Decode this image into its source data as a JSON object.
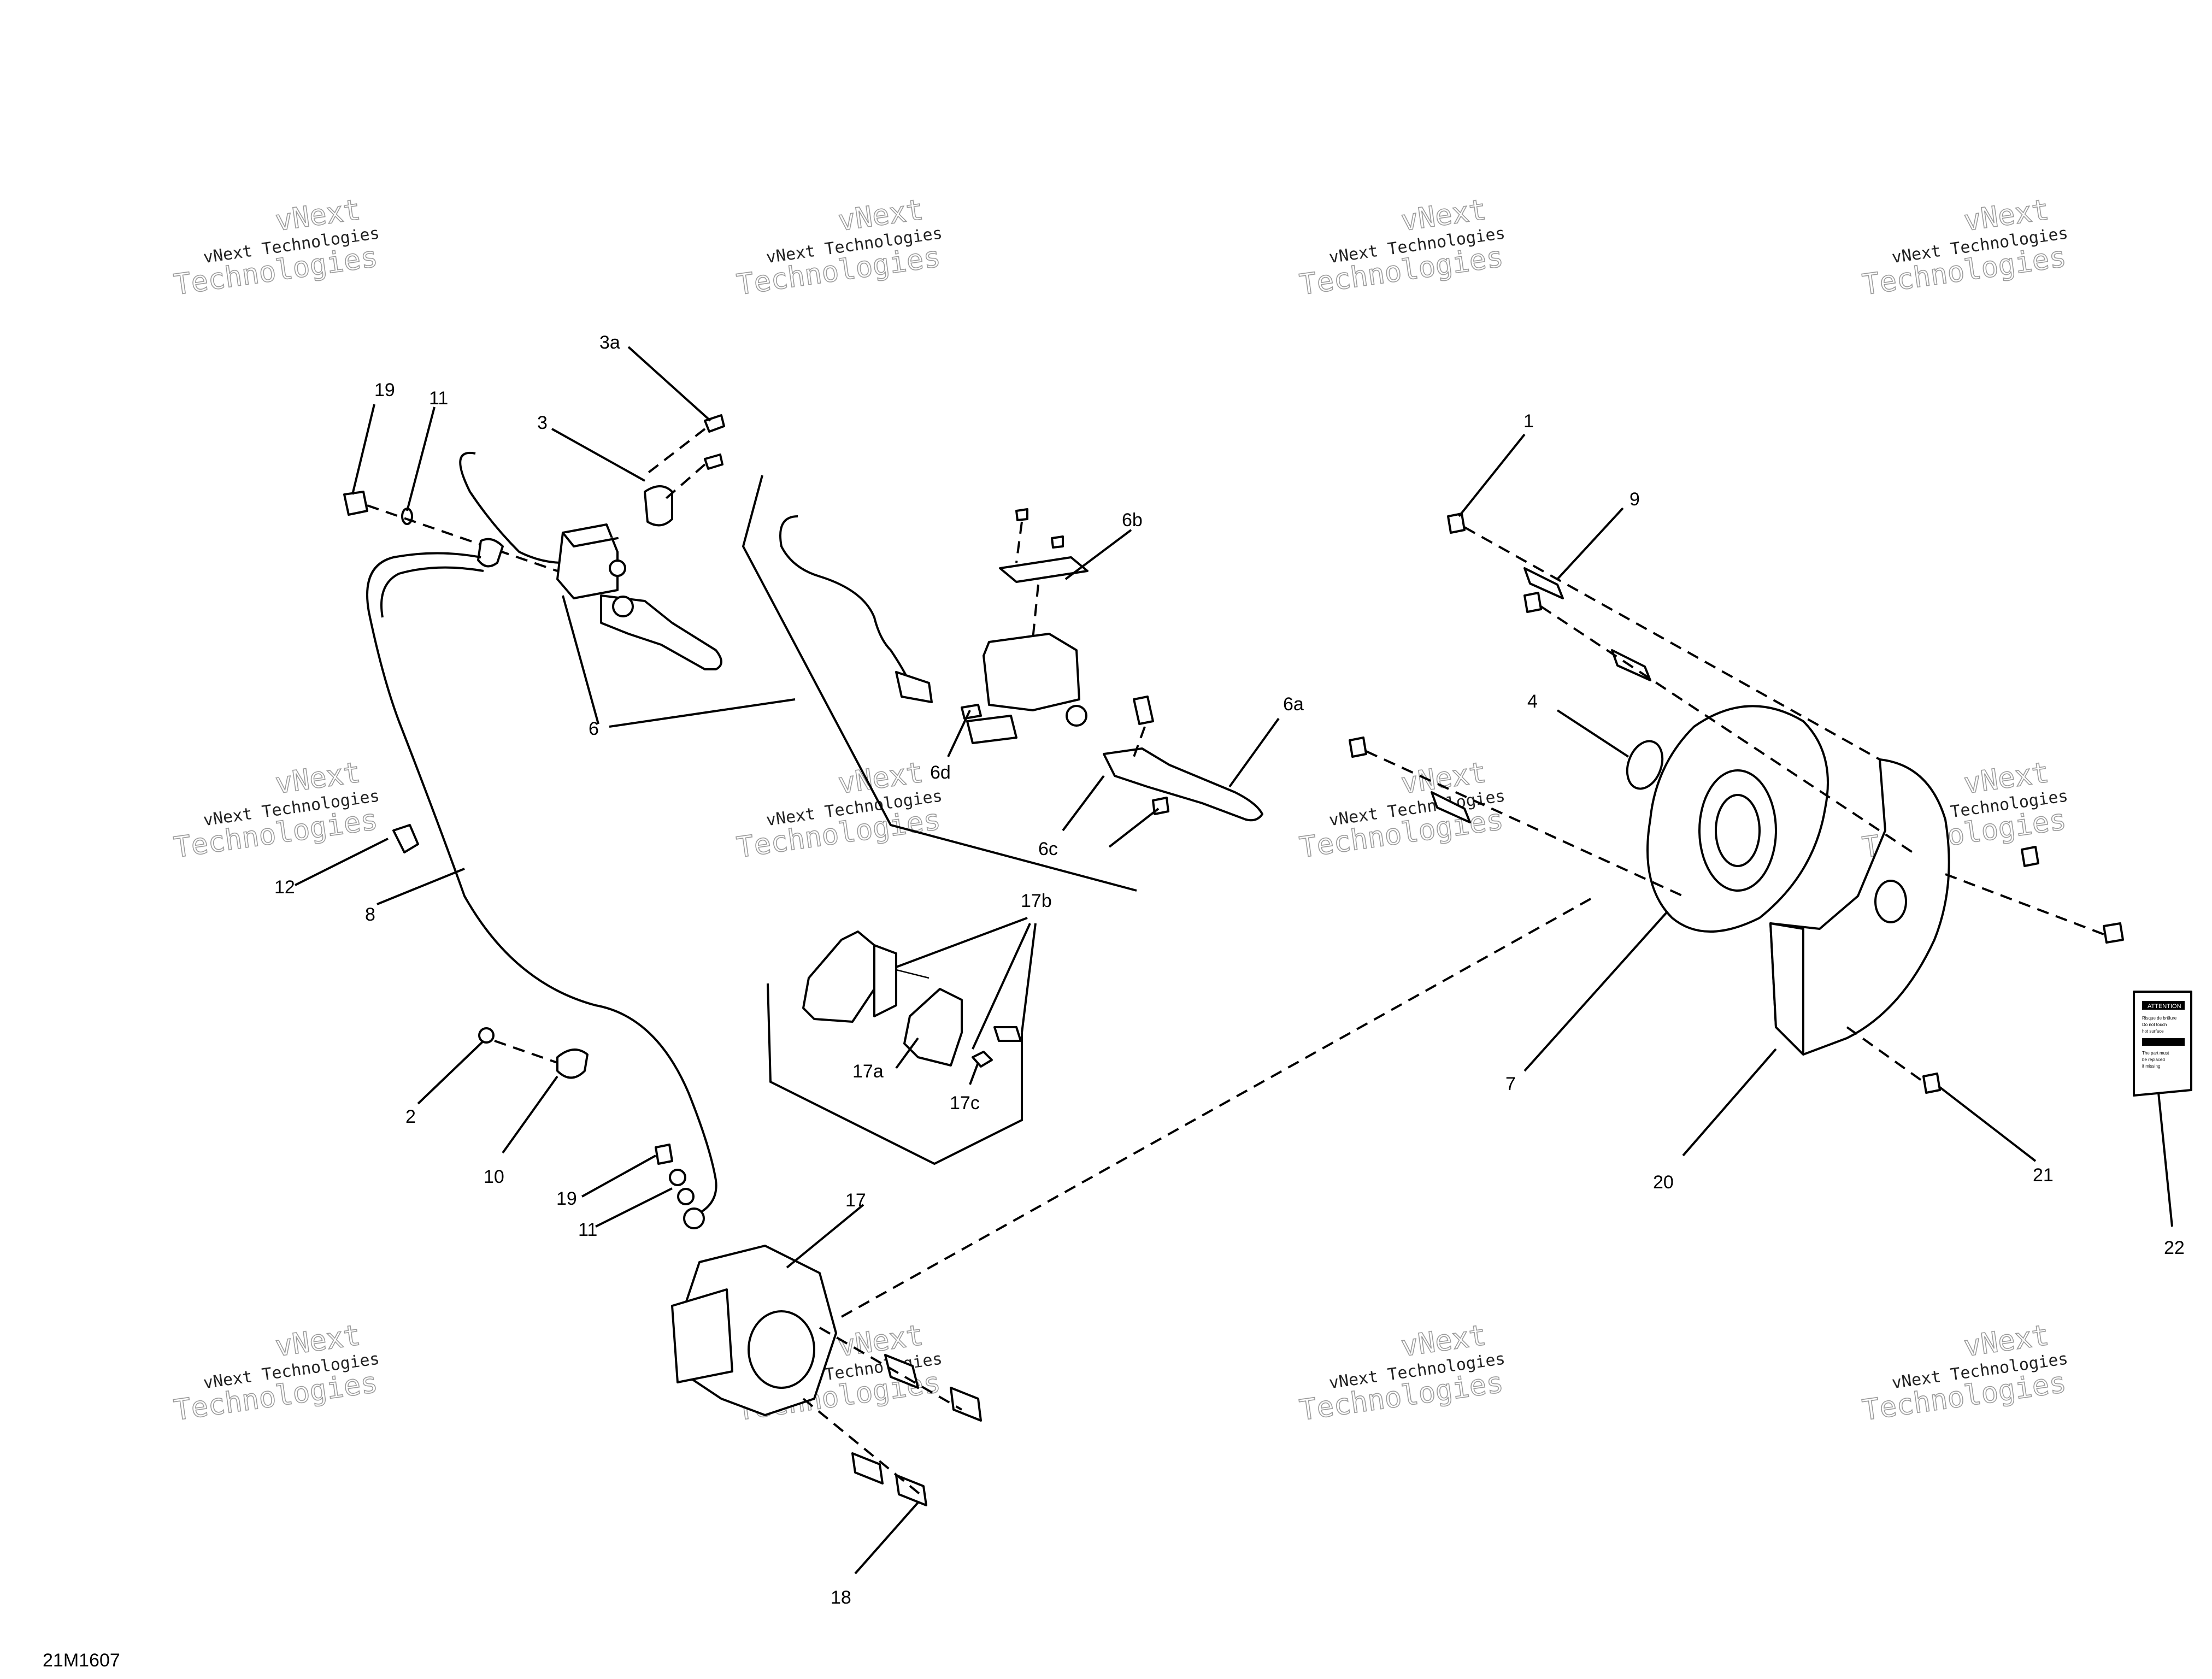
{
  "document_id": "21M1607",
  "watermark": {
    "line1": "vNext Technologies",
    "line2": "vNext",
    "line3": "Technologies"
  },
  "callouts": {
    "c1": "1",
    "c2": "2",
    "c3": "3",
    "c3a": "3a",
    "c4": "4",
    "c6": "6",
    "c6a": "6a",
    "c6b": "6b",
    "c6c": "6c",
    "c6d": "6d",
    "c7": "7",
    "c8": "8",
    "c9": "9",
    "c10": "10",
    "c11a": "11",
    "c11b": "11",
    "c12": "12",
    "c17": "17",
    "c17a": "17a",
    "c17b": "17b",
    "c17c": "17c",
    "c18": "18",
    "c19a": "19",
    "c19b": "19",
    "c20": "20",
    "c21": "21",
    "c22": "22"
  },
  "label_22_text": [
    "ATTENTION",
    "Risque de brûlure",
    "Do not touch",
    "hot surface",
    "The part must",
    "be replaced",
    "if missing"
  ]
}
